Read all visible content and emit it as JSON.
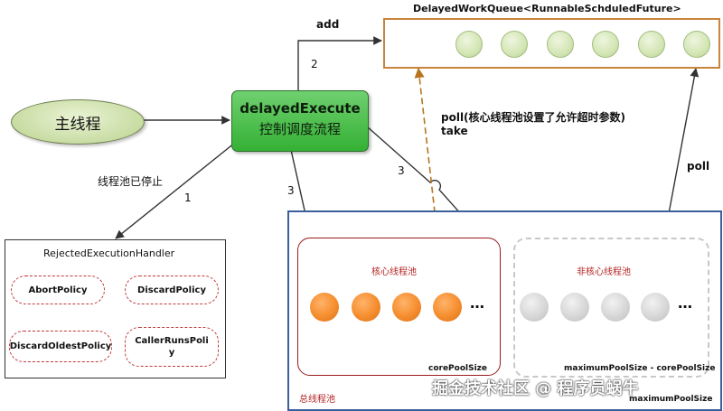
{
  "main_thread": {
    "label": "主线程"
  },
  "delayed_execute": {
    "title": "delayedExecute",
    "subtitle": "控制调度流程"
  },
  "queue": {
    "title": "DelayedWorkQueue<RunnableSchduledFuture>",
    "task_count": 6
  },
  "edges": {
    "add": "add",
    "step2": "2",
    "step3_left": "3",
    "step3_right": "3",
    "step1": "1",
    "pool_stopped": "线程池已停止",
    "poll_core": "poll(核心线程池设置了允许超时参数)",
    "take": "take",
    "poll": "poll"
  },
  "rejected": {
    "title": "RejectedExecutionHandler",
    "policies": [
      "AbortPolicy",
      "DiscardPolicy",
      "DiscardOldestPolicy",
      "CallerRunsPoli\ny"
    ]
  },
  "pool": {
    "total_label": "总线程池",
    "core_label": "核心线程池",
    "noncore_label": "非核心线程池",
    "core_size_label": "corePoolSize",
    "noncore_size_label": "maximumPoolSize - corePoolSize",
    "max_size_label": "maximumPoolSize",
    "core_threads": 4,
    "noncore_threads": 4,
    "ellipsis": "…"
  },
  "colors": {
    "queue_border": "#c8843a",
    "pool_border": "#3a5f9a",
    "core_border": "#9b1c1c",
    "core_thread": "#f58d2e",
    "noncore_thread": "#cfcfcf",
    "delayed_box": "#3dbb3d",
    "dashed_arrow": "#b8741f"
  },
  "watermark": "掘金技术社区 @ 程序员蜗牛"
}
